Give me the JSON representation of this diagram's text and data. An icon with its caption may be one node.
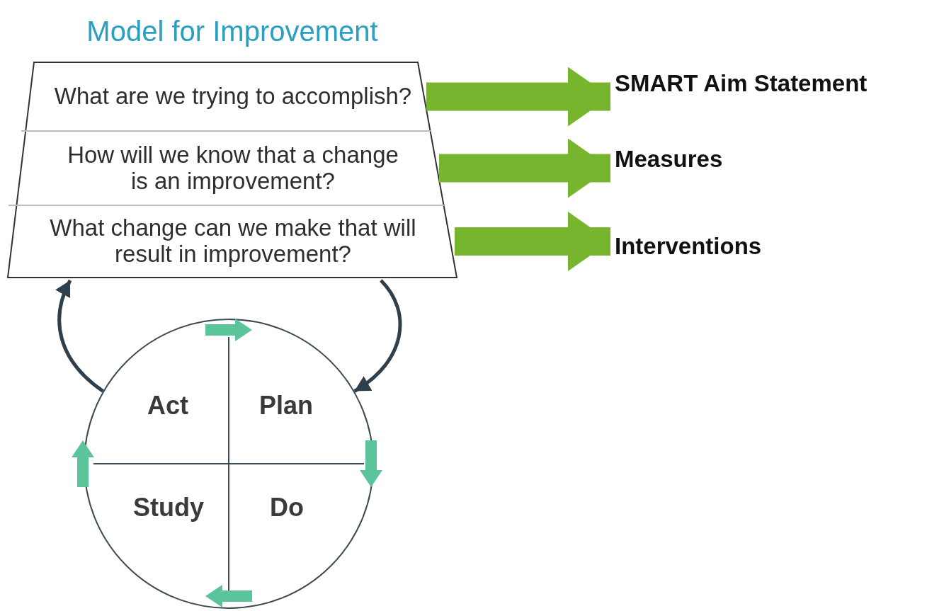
{
  "diagram": {
    "nodes": [
      {
        "text": [
          "Model for Improvement"
        ]
      },
      {
        "text": [
          "What are we trying to accomplish?"
        ],
        "in": 0
      },
      {
        "text": [
          "How will we know that a change is an improvement?"
        ],
        "in": 0
      },
      {
        "text": [
          "What change can we make that will result in improvement?"
        ],
        "in": 0
      },
      {
        "text": [
          "SMART Aim Statement"
        ]
      },
      {
        "text": [
          "Measures"
        ]
      },
      {
        "text": [
          "Interventions"
        ]
      },
      {
        "text": [],
        "shape": "circle"
      },
      {
        "text": [
          "Act"
        ],
        "in": 7
      },
      {
        "text": [
          "Plan"
        ],
        "in": 7
      },
      {
        "text": [
          "Study"
        ],
        "in": 7
      },
      {
        "text": [
          "Do"
        ],
        "in": 7
      }
    ],
    "edges": [
      {
        "from": 1,
        "to": 4,
        "arrow": "to"
      },
      {
        "from": 2,
        "to": 5,
        "arrow": "to"
      },
      {
        "from": 3,
        "to": 6,
        "arrow": "to"
      },
      {
        "from": 0,
        "to": 7,
        "arrow": "to",
        "color": "#2f3f4c"
      },
      {
        "from": 7,
        "to": 0,
        "arrow": "to",
        "color": "#2f3f4c"
      }
    ]
  }
}
